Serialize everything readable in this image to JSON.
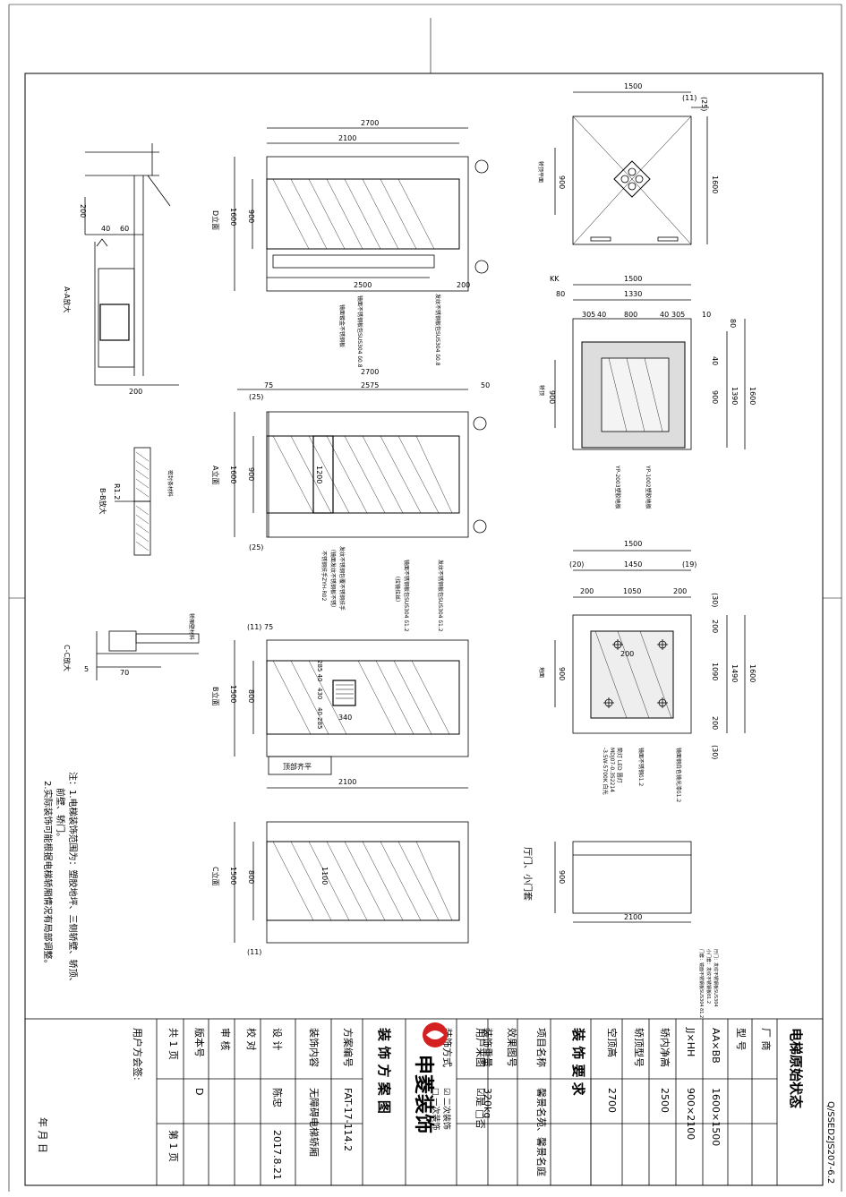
{
  "doc_code": "Q/SSED2JS207-6.2",
  "title_block": {
    "title": "电梯原始状态",
    "factory_label": "厂 商",
    "model_label": "型 号",
    "aabb_label": "AA×BB",
    "aabb_value": "1600×1500",
    "jjhh_label": "JJ×HH",
    "jjhh_value": "900×2100",
    "car_height_label": "轿内净高",
    "car_height_value": "2500",
    "ceiling_model_label": "轿顶型号",
    "ceiling_height_label": "空顶高",
    "ceiling_height_value": "2700",
    "req_heading": "装 饰 要 求",
    "project_label": "项目名称",
    "project_value": "馨景名苑、馨景名庭",
    "effect_label": "效果图号",
    "user_drawing_label": "用户来图",
    "user_drawing_value": "☑是  □否",
    "weight_label": "装饰重量",
    "weight_value": "320kg",
    "method_label": "装饰方式",
    "method_value_1": "☑ 二次装饰",
    "method_value_2": "□ 一次装饰",
    "company_name": "申菱装饰",
    "plan_title": "装 饰 方 案 图",
    "plan_no_label": "方案编号",
    "plan_no_value": "FAT-17-114.2",
    "content_label": "装饰内容",
    "content_value": "无障碍电梯轿厢",
    "design_label": "设 计",
    "design_value": "陈忠",
    "design_date": "2017.8.21",
    "check_label": "校 对",
    "review_label": "审 核",
    "version_label": "版本号",
    "version_value": "D",
    "total_pages": "共 1 页",
    "page_no": "第 1 页",
    "user_sign_label": "用户方会签:",
    "date_label": "年   月   日"
  },
  "notes": {
    "line1": "注：1.电梯装饰范围为：塑胶地坪、三侧轿壁、轿顶、",
    "line2": "前壁、轿门。",
    "line3": "2.实际装饰可能根据电梯轿厢情况有局部调整。"
  },
  "drawing": {
    "d_wall": {
      "label": "D立面",
      "dims": [
        "2700",
        "2100",
        "2500",
        "200",
        "1600",
        "900"
      ],
      "callouts": [
        "发纹不锈钢板包SUS304 δ0.8",
        "镜面不锈钢板包SUS304 δ0.8",
        "镜面镀金不锈钢板"
      ]
    },
    "a_wall": {
      "label": "A立面",
      "dims": [
        "2700",
        "2575",
        "50",
        "75",
        "(25)",
        "(25)",
        "1600",
        "900",
        "1200"
      ],
      "callouts": [
        "发纹不锈钢板包SUS304 δ1.2",
        "镜面不锈钢板包SUS304 δ1.2",
        "（拉镜拉丝）",
        "发纹不锈钢包覆不锈钢扶手",
        "（镜面发纹不锈钢板不锈）",
        "不锈钢扶手ZYH-R02"
      ]
    },
    "b_wall": {
      "label": "B立面",
      "dims": [
        "(11)",
        "75",
        "1500",
        "800",
        "2100",
        "340",
        "285 40",
        "430",
        "40 285"
      ],
      "callouts": [
        "顶部齐平"
      ]
    },
    "c_wall": {
      "label": "C立面",
      "dims": [
        "1500",
        "800",
        "1100",
        "(11)"
      ]
    },
    "aa_section": {
      "label": "A-A放大",
      "dims": [
        "200",
        "40",
        "60",
        "200"
      ]
    },
    "bb_section": {
      "label": "B-B放大",
      "dims": [
        "R1.2"
      ],
      "callouts": [
        "密封条材料"
      ]
    },
    "cc_section": {
      "label": "C-C放大",
      "dims": [
        "5",
        "70"
      ],
      "callouts": [
        "轿厢壁材料"
      ]
    },
    "ceiling_plan": {
      "label": "轿顶平面",
      "dims": [
        "1500",
        "(11)",
        "(25)",
        "900",
        "1600"
      ]
    },
    "ceiling_detail": {
      "label": "轿顶",
      "dims": [
        "KK",
        "1500",
        "80",
        "1330",
        "305",
        "40",
        "800",
        "40",
        "305",
        "10",
        "80",
        "40",
        "900",
        "1390",
        "1600"
      ],
      "callouts": [
        "YP-1002塑胶地板",
        "YP-2003塑胶地板"
      ]
    },
    "floor_plan": {
      "label": "地面",
      "dims": [
        "1500",
        "(20)",
        "1450",
        "(19)",
        "200",
        "1050",
        "200",
        "(30)",
        "200",
        "1090",
        "200",
        "(30)",
        "1490",
        "1600",
        "900",
        "200"
      ],
      "callouts": [
        "镜面不锈钢δ1.2",
        "镜面钢白色镜光漆δ1.2",
        "筒灯 LED 圆灯",
        "MDJ07-0.3S2214",
        "-3.5W-5700K 白光"
      ]
    },
    "door_view": {
      "label": "厅门、小门套",
      "dims": [
        "900",
        "2100"
      ],
      "callouts": [
        "厅门：发纹不锈钢板SUS304",
        "小门套：发纹不锈钢板δ1.2",
        "门套：镜面不锈钢板SUS304 δ1.2"
      ]
    }
  }
}
